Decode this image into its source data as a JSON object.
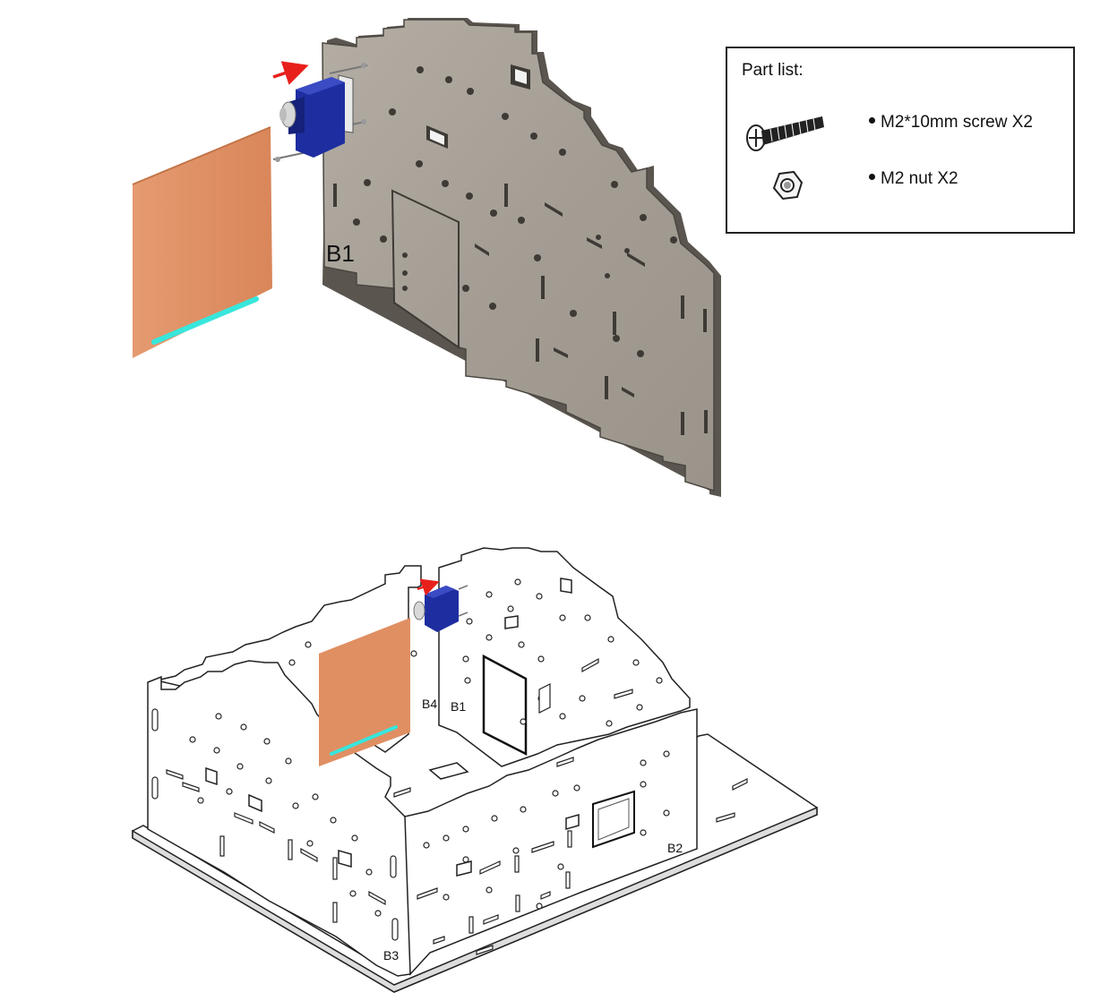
{
  "panel_labels": {
    "top_panel": "B1",
    "bottom_back": "B1",
    "bottom_side": "B4",
    "bottom_front_left": "B3",
    "bottom_front_right": "B2"
  },
  "part_list": {
    "title": "Part list:",
    "items": [
      {
        "label": "M2*10mm screw X2",
        "icon": "screw-icon"
      },
      {
        "label": "M2 nut X2",
        "icon": "nut-icon"
      }
    ]
  },
  "colors": {
    "panel_wood": "#a7a198",
    "panel_edge": "#4a4640",
    "flag": "#e08f62",
    "flag_stripe": "#38e6dc",
    "servo": "#1e2ea0",
    "arrow": "#e8201c"
  }
}
